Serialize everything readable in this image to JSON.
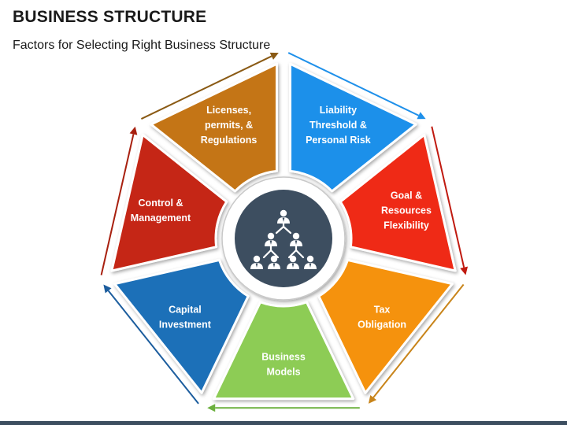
{
  "header": {
    "title": "BUSINESS STRUCTURE",
    "subtitle": "Factors for Selecting Right Business Structure"
  },
  "center_icon": "org-chart-people-icon",
  "segments": [
    {
      "id": "liability",
      "lines": [
        "Liability",
        "Threshold &",
        "Personal Risk"
      ],
      "color": "#1e90ea",
      "arrow_color": "#1e90ea"
    },
    {
      "id": "goal",
      "lines": [
        "Goal &",
        "Resources",
        "Flexibility"
      ],
      "color": "#ef2b12",
      "arrow_color": "#c01a10"
    },
    {
      "id": "tax",
      "lines": [
        "Tax",
        "Obligation"
      ],
      "color": "#f5920a",
      "arrow_color": "#c8841a"
    },
    {
      "id": "models",
      "lines": [
        "Business",
        "Models"
      ],
      "color": "#8dcc55",
      "arrow_color": "#6cb03e"
    },
    {
      "id": "capital",
      "lines": [
        "Capital",
        "Investment"
      ],
      "color": "#1c6fb8",
      "arrow_color": "#1c5d9e"
    },
    {
      "id": "control",
      "lines": [
        "Control &",
        "Management"
      ],
      "color": "#c52612",
      "arrow_color": "#a8200f"
    },
    {
      "id": "licenses",
      "lines": [
        "Licenses,",
        "permits, &",
        "Regulations"
      ],
      "color": "#c47412",
      "arrow_color": "#8a5a14"
    }
  ],
  "colors": {
    "hub": "#3d4e60",
    "hub_ring": "#ffffff",
    "bottom_bar": "#3d4e60"
  }
}
